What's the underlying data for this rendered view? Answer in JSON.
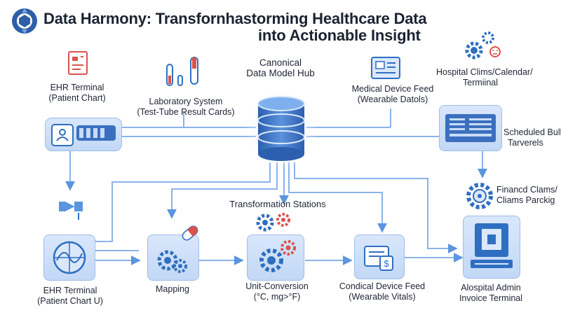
{
  "title_line1": "Data Harmony: Transfornhastorming Healthcare Data",
  "title_line2": "into Actionable Insight",
  "hub": {
    "line1": "Canonical",
    "line2": "Data Model Hub"
  },
  "sources": {
    "ehr_top": {
      "line1": "EHR Terminal",
      "line2": "(Patient Chart)"
    },
    "lab": {
      "line1": "Laboratory System",
      "line2": "(Test-Tube Result Cards)"
    },
    "device_top": {
      "line1": "Medical Device Feed",
      "line2": "(Wearable Datols)"
    },
    "hospital": {
      "line1": "Hospital Clims/Calendar/",
      "line2": "Termiinal"
    },
    "scheduled": {
      "line1": "Scheduled Bulk",
      "line2": "Tarverels"
    },
    "financial": {
      "line1": "Financd Clams/",
      "line2": "Cliams Parckig"
    }
  },
  "stations": {
    "heading": "Transformation Stations",
    "mapping": "Mapping",
    "unit_conv": {
      "line1": "Unit-Conversion",
      "line2": "(°C, mg>°F)"
    }
  },
  "bottom": {
    "ehr": {
      "line1": "EHR Terminal",
      "line2": "(Patient Chart U)"
    },
    "device": {
      "line1": "Condical Device Feed",
      "line2": "(Wearable Vitals)"
    },
    "admin": {
      "line1": "Alospital Admin",
      "line2": "Invoice Terminal"
    }
  },
  "colors": {
    "flow": "#5b95e0",
    "box": "#c9dcf7",
    "gear_blue": "#2f6fc1",
    "gear_red": "#d9534f",
    "accent": "#e45a4d"
  },
  "icons": [
    "logo-icon",
    "document-chart-icon",
    "test-tube-icon",
    "monitor-icon",
    "gear-icon",
    "database-icon",
    "ehr-terminal-icon",
    "vitals-chart-icon",
    "gears-icon",
    "tablet-icon",
    "hospital-invoice-icon",
    "bulk-panel-icon"
  ]
}
